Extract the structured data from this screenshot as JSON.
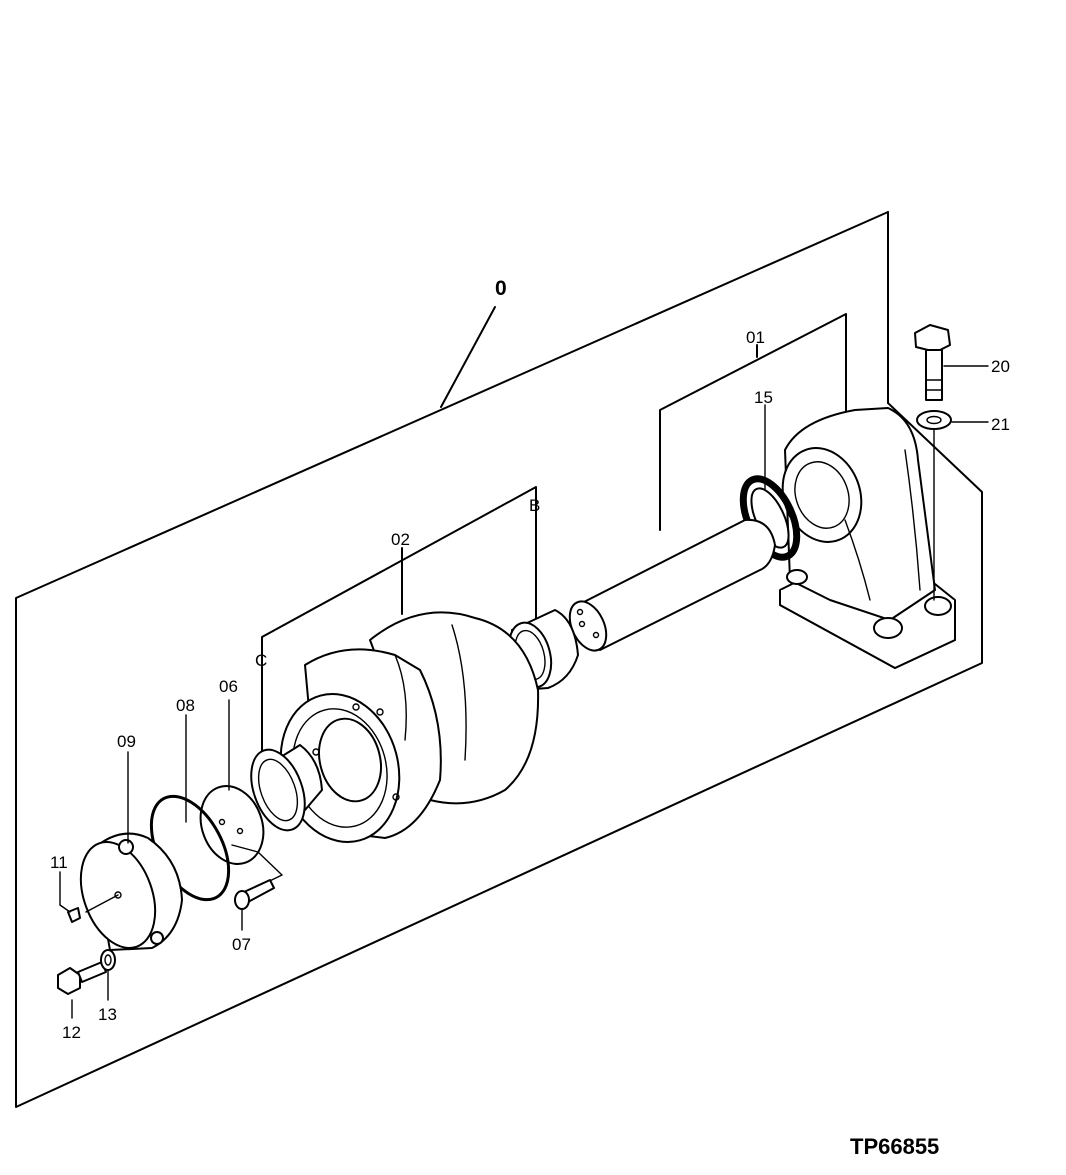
{
  "diagram": {
    "assembly_label": "0",
    "figure_id": "TP66855",
    "callouts": {
      "c01": "01",
      "c02": "02",
      "c06": "06",
      "c07": "07",
      "c08": "08",
      "c09": "09",
      "c11": "11",
      "c12": "12",
      "c13": "13",
      "c15": "15",
      "c20": "20",
      "c21": "21",
      "cB": "B",
      "cC": "C"
    }
  }
}
